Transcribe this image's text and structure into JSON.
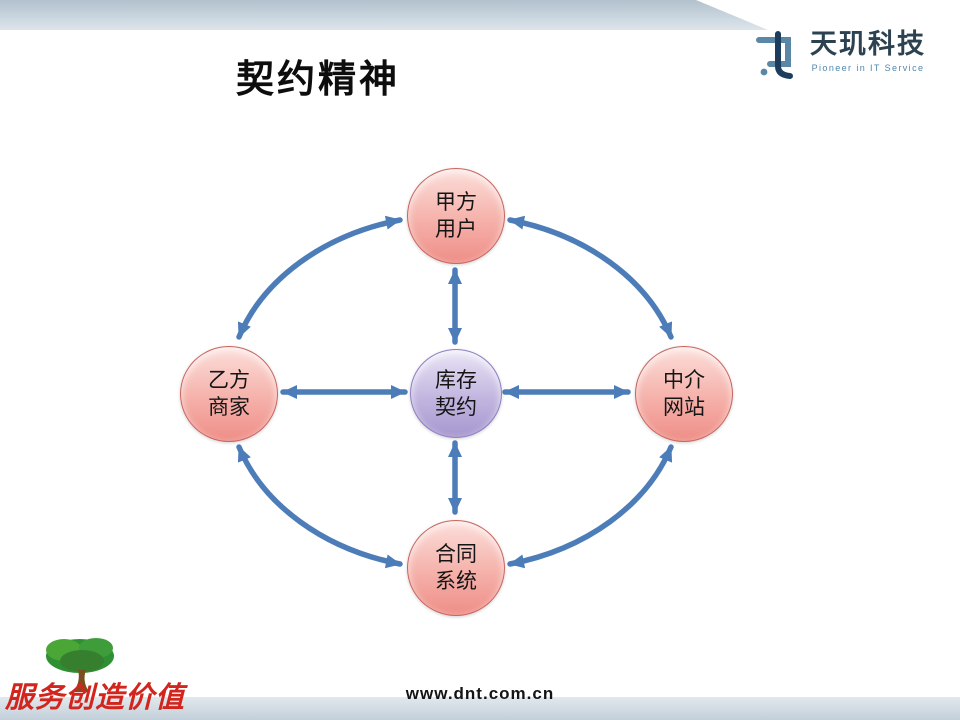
{
  "slide": {
    "title": "契约精神",
    "header_logo": {
      "company": "天玑科技",
      "tagline": "Pioneer in IT Service"
    },
    "footer": {
      "slogan": "服务创造价值",
      "url": "www.dnt.com.cn"
    },
    "colors": {
      "arrow": "#4d7db8",
      "pink_top": "#fcdeda",
      "pink_bottom": "#ee8e87",
      "pink_border": "#c9655f",
      "purple_top": "#e9e4f5",
      "purple_bottom": "#a697ce",
      "purple_border": "#8d7ec0",
      "slogan_red": "#d2251d"
    }
  },
  "diagram": {
    "nodes": [
      {
        "id": "party-a-users",
        "line1": "甲方",
        "line2": "用户",
        "variant": "pink"
      },
      {
        "id": "party-b-merchants",
        "line1": "乙方",
        "line2": "商家",
        "variant": "pink"
      },
      {
        "id": "inventory-contract",
        "line1": "库存",
        "line2": "契约",
        "variant": "purple"
      },
      {
        "id": "intermediary-website",
        "line1": "中介",
        "line2": "网站",
        "variant": "pink"
      },
      {
        "id": "contract-system",
        "line1": "合同",
        "line2": "系统",
        "variant": "pink"
      }
    ],
    "connections": [
      "center-top",
      "center-bottom",
      "center-left",
      "center-right",
      "left-top-arc",
      "top-right-arc",
      "right-bottom-arc",
      "bottom-left-arc"
    ]
  }
}
